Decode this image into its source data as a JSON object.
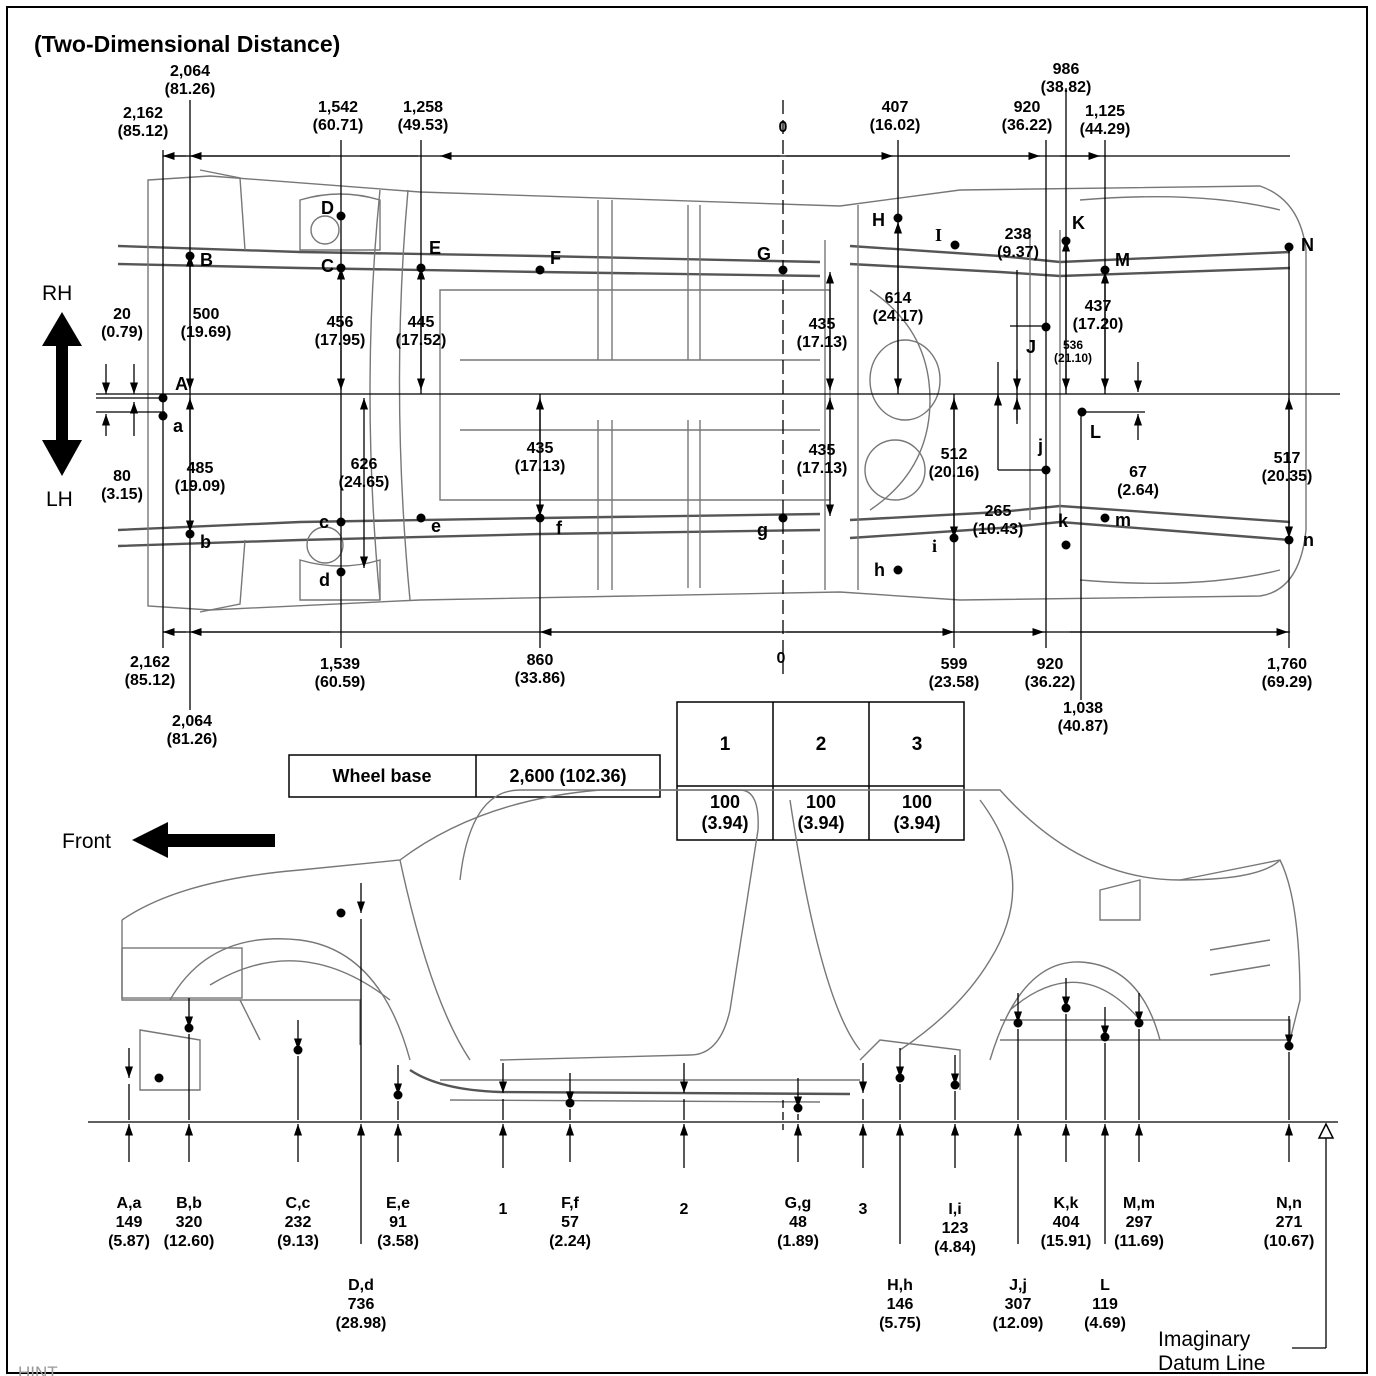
{
  "title": "(Two-Dimensional Distance)",
  "directions": {
    "rh": "RH",
    "lh": "LH",
    "front": "Front"
  },
  "datum_label": [
    "Imaginary",
    "Datum Line"
  ],
  "footer_cut": "HINT",
  "wheel_base": {
    "label": "Wheel base",
    "value": "2,600 (102.36)"
  },
  "points_table": {
    "headers": [
      "1",
      "2",
      "3"
    ],
    "values": [
      [
        "100",
        "(3.94)"
      ],
      [
        "100",
        "(3.94)"
      ],
      [
        "100",
        "(3.94)"
      ]
    ]
  },
  "top_dims": [
    [
      "2,064",
      "(81.26)"
    ],
    [
      "2,162",
      "(85.12)"
    ],
    [
      "1,542",
      "(60.71)"
    ],
    [
      "1,258",
      "(49.53)"
    ],
    [
      "0"
    ],
    [
      "407",
      "(16.02)"
    ],
    [
      "920",
      "(36.22)"
    ],
    [
      "986",
      "(38.82)"
    ],
    [
      "1,125",
      "(44.29)"
    ]
  ],
  "bottom_dims": [
    [
      "2,162",
      "(85.12)"
    ],
    [
      "2,064",
      "(81.26)"
    ],
    [
      "1,539",
      "(60.59)"
    ],
    [
      "860",
      "(33.86)"
    ],
    [
      "0"
    ],
    [
      "599",
      "(23.58)"
    ],
    [
      "920",
      "(36.22)"
    ],
    [
      "1,038",
      "(40.87)"
    ],
    [
      "1,760",
      "(69.29)"
    ]
  ],
  "plan_dims": [
    [
      "20",
      "(0.79)"
    ],
    [
      "80",
      "(3.15)"
    ],
    [
      "500",
      "(19.69)"
    ],
    [
      "485",
      "(19.09)"
    ],
    [
      "456",
      "(17.95)"
    ],
    [
      "626",
      "(24.65)"
    ],
    [
      "445",
      "(17.52)"
    ],
    [
      "435",
      "(17.13)"
    ],
    [
      "435",
      "(17.13)"
    ],
    [
      "435",
      "(17.13)"
    ],
    [
      "614",
      "(24.17)"
    ],
    [
      "512",
      "(20.16)"
    ],
    [
      "238",
      "(9.37)"
    ],
    [
      "265",
      "(10.43)"
    ],
    [
      "536",
      "(21.10)"
    ],
    [
      "437",
      "(17.20)"
    ],
    [
      "67",
      "(2.64)"
    ],
    [
      "517",
      "(20.35)"
    ]
  ],
  "upper_points": [
    "A",
    "B",
    "C",
    "D",
    "E",
    "F",
    "G",
    "H",
    "I",
    "J",
    "K",
    "L",
    "M",
    "N"
  ],
  "lower_points": [
    "a",
    "b",
    "c",
    "d",
    "e",
    "f",
    "g",
    "h",
    "i",
    "j",
    "k",
    "m",
    "n"
  ],
  "side_heights": [
    [
      "A,a",
      "149",
      "(5.87)"
    ],
    [
      "B,b",
      "320",
      "(12.60)"
    ],
    [
      "C,c",
      "232",
      "(9.13)"
    ],
    [
      "D,d",
      "736",
      "(28.98)"
    ],
    [
      "E,e",
      "91",
      "(3.58)"
    ],
    [
      "1"
    ],
    [
      "F,f",
      "57",
      "(2.24)"
    ],
    [
      "2"
    ],
    [
      "G,g",
      "48",
      "(1.89)"
    ],
    [
      "3"
    ],
    [
      "H,h",
      "146",
      "(5.75)"
    ],
    [
      "I,i",
      "123",
      "(4.84)"
    ],
    [
      "J,j",
      "307",
      "(12.09)"
    ],
    [
      "K,k",
      "404",
      "(15.91)"
    ],
    [
      "L",
      "119",
      "(4.69)"
    ],
    [
      "M,m",
      "297",
      "(11.69)"
    ],
    [
      "N,n",
      "271",
      "(10.67)"
    ]
  ]
}
